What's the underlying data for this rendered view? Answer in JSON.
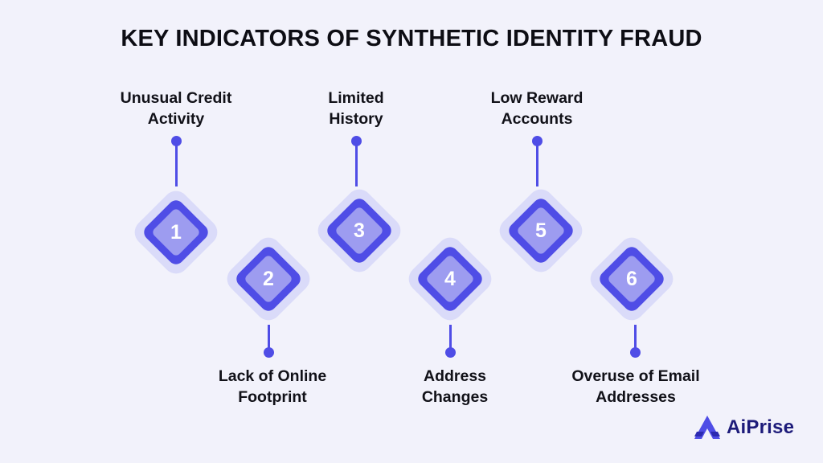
{
  "title": "KEY INDICATORS OF SYNTHETIC IDENTITY FRAUD",
  "colors": {
    "background": "#f2f2fb",
    "accent": "#4f4de6",
    "diamond_halo": "#dadbf9",
    "diamond_core": "#9d9cf0",
    "logo_text": "#1d1b7a"
  },
  "indicators": [
    {
      "number": "1",
      "lines": [
        "Unusual Credit",
        "Activity"
      ]
    },
    {
      "number": "2",
      "lines": [
        "Lack of Online",
        "Footprint"
      ]
    },
    {
      "number": "3",
      "lines": [
        "Limited",
        "History"
      ]
    },
    {
      "number": "4",
      "lines": [
        "Address",
        "Changes"
      ]
    },
    {
      "number": "5",
      "lines": [
        "Low Reward",
        "Accounts"
      ]
    },
    {
      "number": "6",
      "lines": [
        "Overuse of Email",
        "Addresses"
      ]
    }
  ],
  "logo": {
    "icon": "aiprise-logo-icon",
    "text": "AiPrise"
  }
}
